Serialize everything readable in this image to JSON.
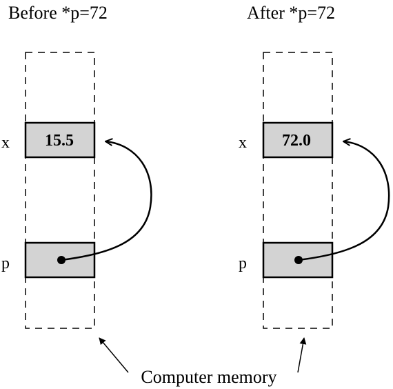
{
  "panels": [
    {
      "title": "Before *p=72",
      "x_label": "x",
      "x_value": "15.5",
      "p_label": "p"
    },
    {
      "title": "After *p=72",
      "x_label": "x",
      "x_value": "72.0",
      "p_label": "p"
    }
  ],
  "memory_label": "Computer memory",
  "colors": {
    "cell_fill": "#d3d3d3",
    "stroke": "#000000",
    "background": "#ffffff"
  }
}
